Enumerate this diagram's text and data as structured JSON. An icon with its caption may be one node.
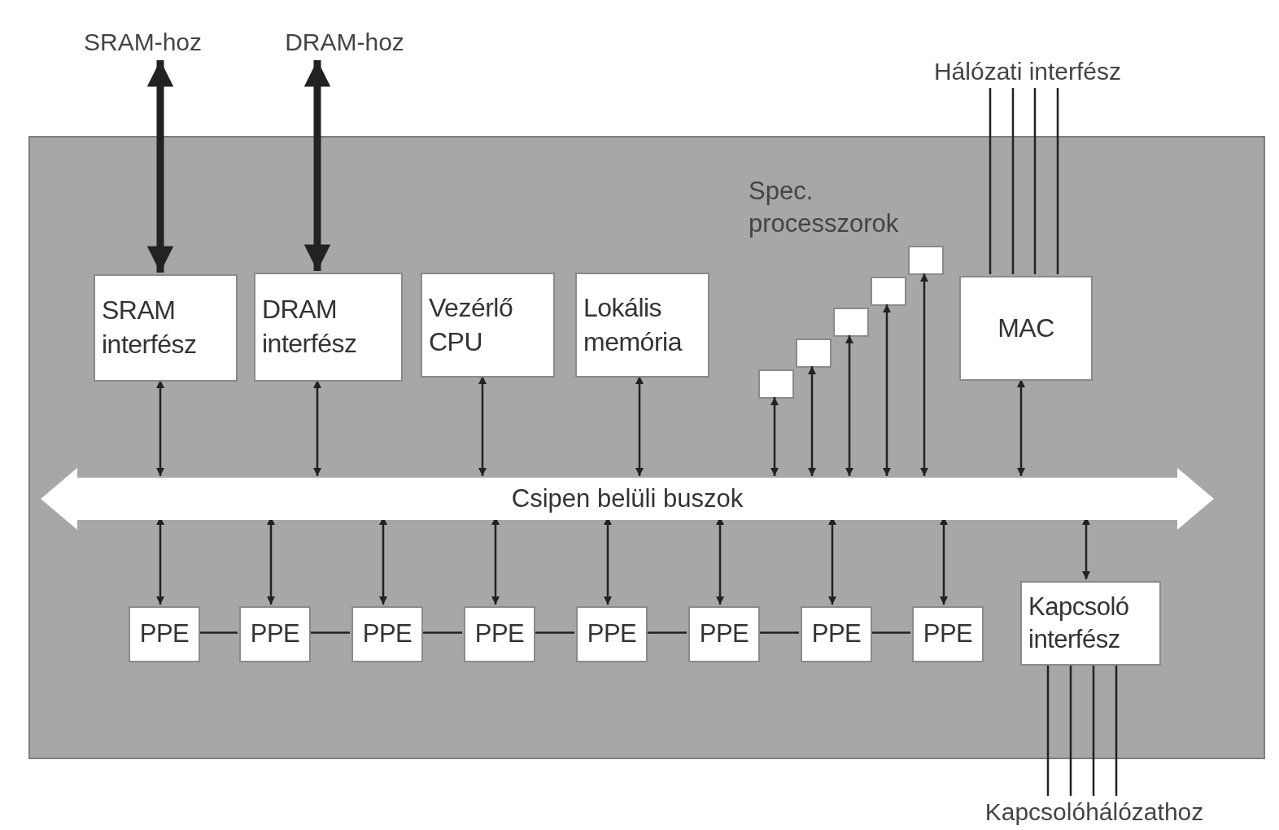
{
  "diagram": {
    "nodes": [
      {
        "text": [
          "SRAM-hoz"
        ]
      },
      {
        "text": [
          "DRAM-hoz"
        ]
      },
      {
        "text": [
          "Hálózati interfész"
        ]
      },
      {
        "text": [],
        "shape": "box"
      },
      {
        "text": [
          "SRAM interfész"
        ],
        "in": 3
      },
      {
        "text": [
          "DRAM interfész"
        ],
        "in": 3
      },
      {
        "text": [
          "Vezérlő CPU"
        ],
        "in": 3
      },
      {
        "text": [
          "Lokális memória"
        ],
        "in": 3
      },
      {
        "text": [],
        "shape": "box",
        "in": 3
      },
      {
        "text": [],
        "shape": "box",
        "in": 3
      },
      {
        "text": [],
        "shape": "box",
        "in": 3
      },
      {
        "text": [],
        "shape": "box",
        "in": 3
      },
      {
        "text": [],
        "shape": "box",
        "in": 3
      },
      {
        "text": [
          "MAC"
        ],
        "in": 3
      },
      {
        "text": [
          "Csipen belüli buszok"
        ],
        "in": 3
      },
      {
        "text": [
          "PPE"
        ],
        "in": 3
      },
      {
        "text": [
          "PPE"
        ],
        "in": 3
      },
      {
        "text": [
          "PPE"
        ],
        "in": 3
      },
      {
        "text": [
          "PPE"
        ],
        "in": 3
      },
      {
        "text": [
          "PPE"
        ],
        "in": 3
      },
      {
        "text": [
          "PPE"
        ],
        "in": 3
      },
      {
        "text": [
          "PPE"
        ],
        "in": 3
      },
      {
        "text": [
          "PPE"
        ],
        "in": 3
      },
      {
        "text": [
          "Kapcsoló interfész"
        ],
        "in": 3
      },
      {
        "text": [
          "Kapcsolóhálózathoz"
        ]
      }
    ],
    "edges": [
      {
        "from": 4,
        "to": 0,
        "arrow": "both",
        "style": "thick"
      },
      {
        "from": 5,
        "to": 1,
        "arrow": "both",
        "style": "thick"
      },
      {
        "from": 4,
        "to": 14,
        "arrow": "both"
      },
      {
        "from": 5,
        "to": 14,
        "arrow": "both"
      },
      {
        "from": 6,
        "to": 14,
        "arrow": "both"
      },
      {
        "from": 7,
        "to": 14,
        "arrow": "both"
      },
      {
        "from": 8,
        "to": 14,
        "arrow": "both"
      },
      {
        "from": 9,
        "to": 14,
        "arrow": "both"
      },
      {
        "from": 10,
        "to": 14,
        "arrow": "both"
      },
      {
        "from": 11,
        "to": 14,
        "arrow": "both"
      },
      {
        "from": 12,
        "to": 14,
        "arrow": "both"
      },
      {
        "from": 13,
        "to": 14,
        "arrow": "both"
      },
      {
        "from": 14,
        "to": 15,
        "arrow": "both"
      },
      {
        "from": 14,
        "to": 16,
        "arrow": "both"
      },
      {
        "from": 14,
        "to": 17,
        "arrow": "both"
      },
      {
        "from": 14,
        "to": 18,
        "arrow": "both"
      },
      {
        "from": 14,
        "to": 19,
        "arrow": "both"
      },
      {
        "from": 14,
        "to": 20,
        "arrow": "both"
      },
      {
        "from": 14,
        "to": 21,
        "arrow": "both"
      },
      {
        "from": 14,
        "to": 22,
        "arrow": "both"
      },
      {
        "from": 14,
        "to": 23,
        "arrow": "both"
      },
      {
        "from": 15,
        "to": 16,
        "arrow": "none"
      },
      {
        "from": 16,
        "to": 17,
        "arrow": "none"
      },
      {
        "from": 17,
        "to": 18,
        "arrow": "none"
      },
      {
        "from": 18,
        "to": 19,
        "arrow": "none"
      },
      {
        "from": 19,
        "to": 20,
        "arrow": "none"
      },
      {
        "from": 20,
        "to": 21,
        "arrow": "none"
      },
      {
        "from": 21,
        "to": 22,
        "arrow": "none"
      },
      {
        "from": 13,
        "to": 2,
        "arrow": "none"
      },
      {
        "from": 13,
        "to": 2,
        "arrow": "none"
      },
      {
        "from": 13,
        "to": 2,
        "arrow": "none"
      },
      {
        "from": 13,
        "to": 2,
        "arrow": "none"
      },
      {
        "from": 23,
        "to": 24,
        "arrow": "none"
      },
      {
        "from": 23,
        "to": 24,
        "arrow": "none"
      },
      {
        "from": 23,
        "to": 24,
        "arrow": "none"
      },
      {
        "from": 23,
        "to": 24,
        "arrow": "none"
      }
    ],
    "labels": [
      "Spec. processzorok"
    ]
  }
}
